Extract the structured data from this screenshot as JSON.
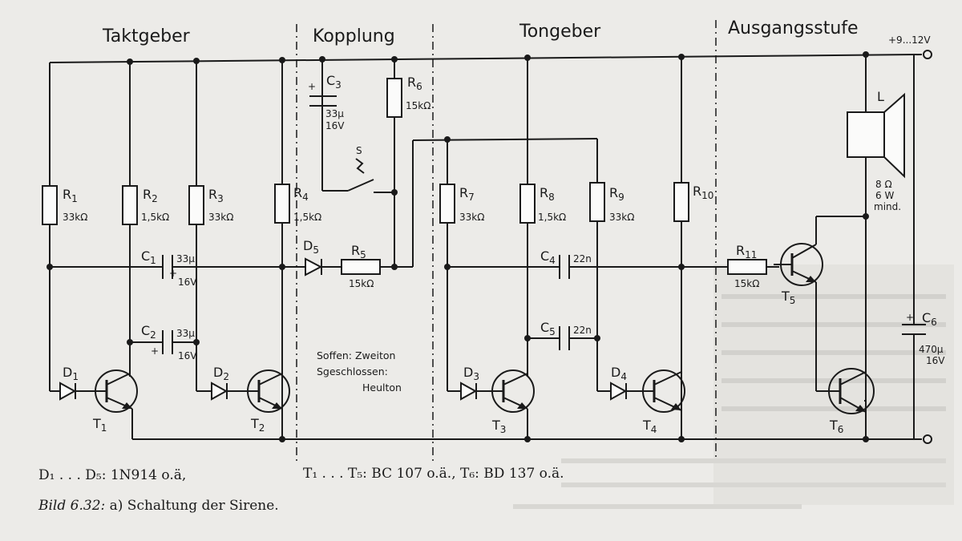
{
  "sections": {
    "taktgeber": "Taktgeber",
    "kopplung": "Kopplung",
    "tongeber": "Tongeber",
    "ausgangsstufe": "Ausgangsstufe"
  },
  "supply": "+9...12V",
  "resistors": {
    "r1": {
      "name": "R",
      "sub": "1",
      "value": "33kΩ"
    },
    "r2": {
      "name": "R",
      "sub": "2",
      "value": "1,5kΩ"
    },
    "r3": {
      "name": "R",
      "sub": "3",
      "value": "33kΩ"
    },
    "r4": {
      "name": "R",
      "sub": "4",
      "value": "1,5kΩ"
    },
    "r5": {
      "name": "R",
      "sub": "5",
      "value": "15kΩ"
    },
    "r6": {
      "name": "R",
      "sub": "6",
      "value": "15kΩ"
    },
    "r7": {
      "name": "R",
      "sub": "7",
      "value": "33kΩ"
    },
    "r8": {
      "name": "R",
      "sub": "8",
      "value": "1,5kΩ"
    },
    "r9": {
      "name": "R",
      "sub": "9",
      "value": "33kΩ"
    },
    "r10": {
      "name": "R",
      "sub": "10"
    },
    "r11": {
      "name": "R",
      "sub": "11",
      "value": "15kΩ"
    }
  },
  "capacitors": {
    "c1": {
      "name": "C",
      "sub": "1",
      "value": "33µ",
      "voltage": "16V"
    },
    "c2": {
      "name": "C",
      "sub": "2",
      "value": "33µ",
      "voltage": "16V"
    },
    "c3": {
      "name": "C",
      "sub": "3",
      "value": "33µ",
      "voltage": "16V"
    },
    "c4": {
      "name": "C",
      "sub": "4",
      "value": "22n"
    },
    "c5": {
      "name": "C",
      "sub": "5",
      "value": "22n"
    },
    "c6": {
      "name": "C",
      "sub": "6",
      "value": "470µ",
      "voltage": "16V"
    }
  },
  "diodes": {
    "d1": {
      "name": "D",
      "sub": "1"
    },
    "d2": {
      "name": "D",
      "sub": "2"
    },
    "d3": {
      "name": "D",
      "sub": "3"
    },
    "d4": {
      "name": "D",
      "sub": "4"
    },
    "d5": {
      "name": "D",
      "sub": "5"
    }
  },
  "transistors": {
    "t1": {
      "name": "T",
      "sub": "1"
    },
    "t2": {
      "name": "T",
      "sub": "2"
    },
    "t3": {
      "name": "T",
      "sub": "3"
    },
    "t4": {
      "name": "T",
      "sub": "4"
    },
    "t5": {
      "name": "T",
      "sub": "5"
    },
    "t6": {
      "name": "T",
      "sub": "6"
    }
  },
  "switch": {
    "name": "S"
  },
  "speaker": {
    "name": "L",
    "impedance": "8 Ω",
    "power": "6 W",
    "note": "mind."
  },
  "switch_note": {
    "line1": "Soffen: Zweiton",
    "line2": "Sgeschlossen:",
    "line3": "Heulton"
  },
  "caption": {
    "diodes_text": "D₁ . . . D₅: 1N914 o.ä,",
    "transistors_text": "T₁ . . . T₅: BC 107 o.ä., T₆: BD 137 o.ä.",
    "figure_label": "Bild 6.32:",
    "figure_text": " a) Schaltung der Sirene."
  }
}
